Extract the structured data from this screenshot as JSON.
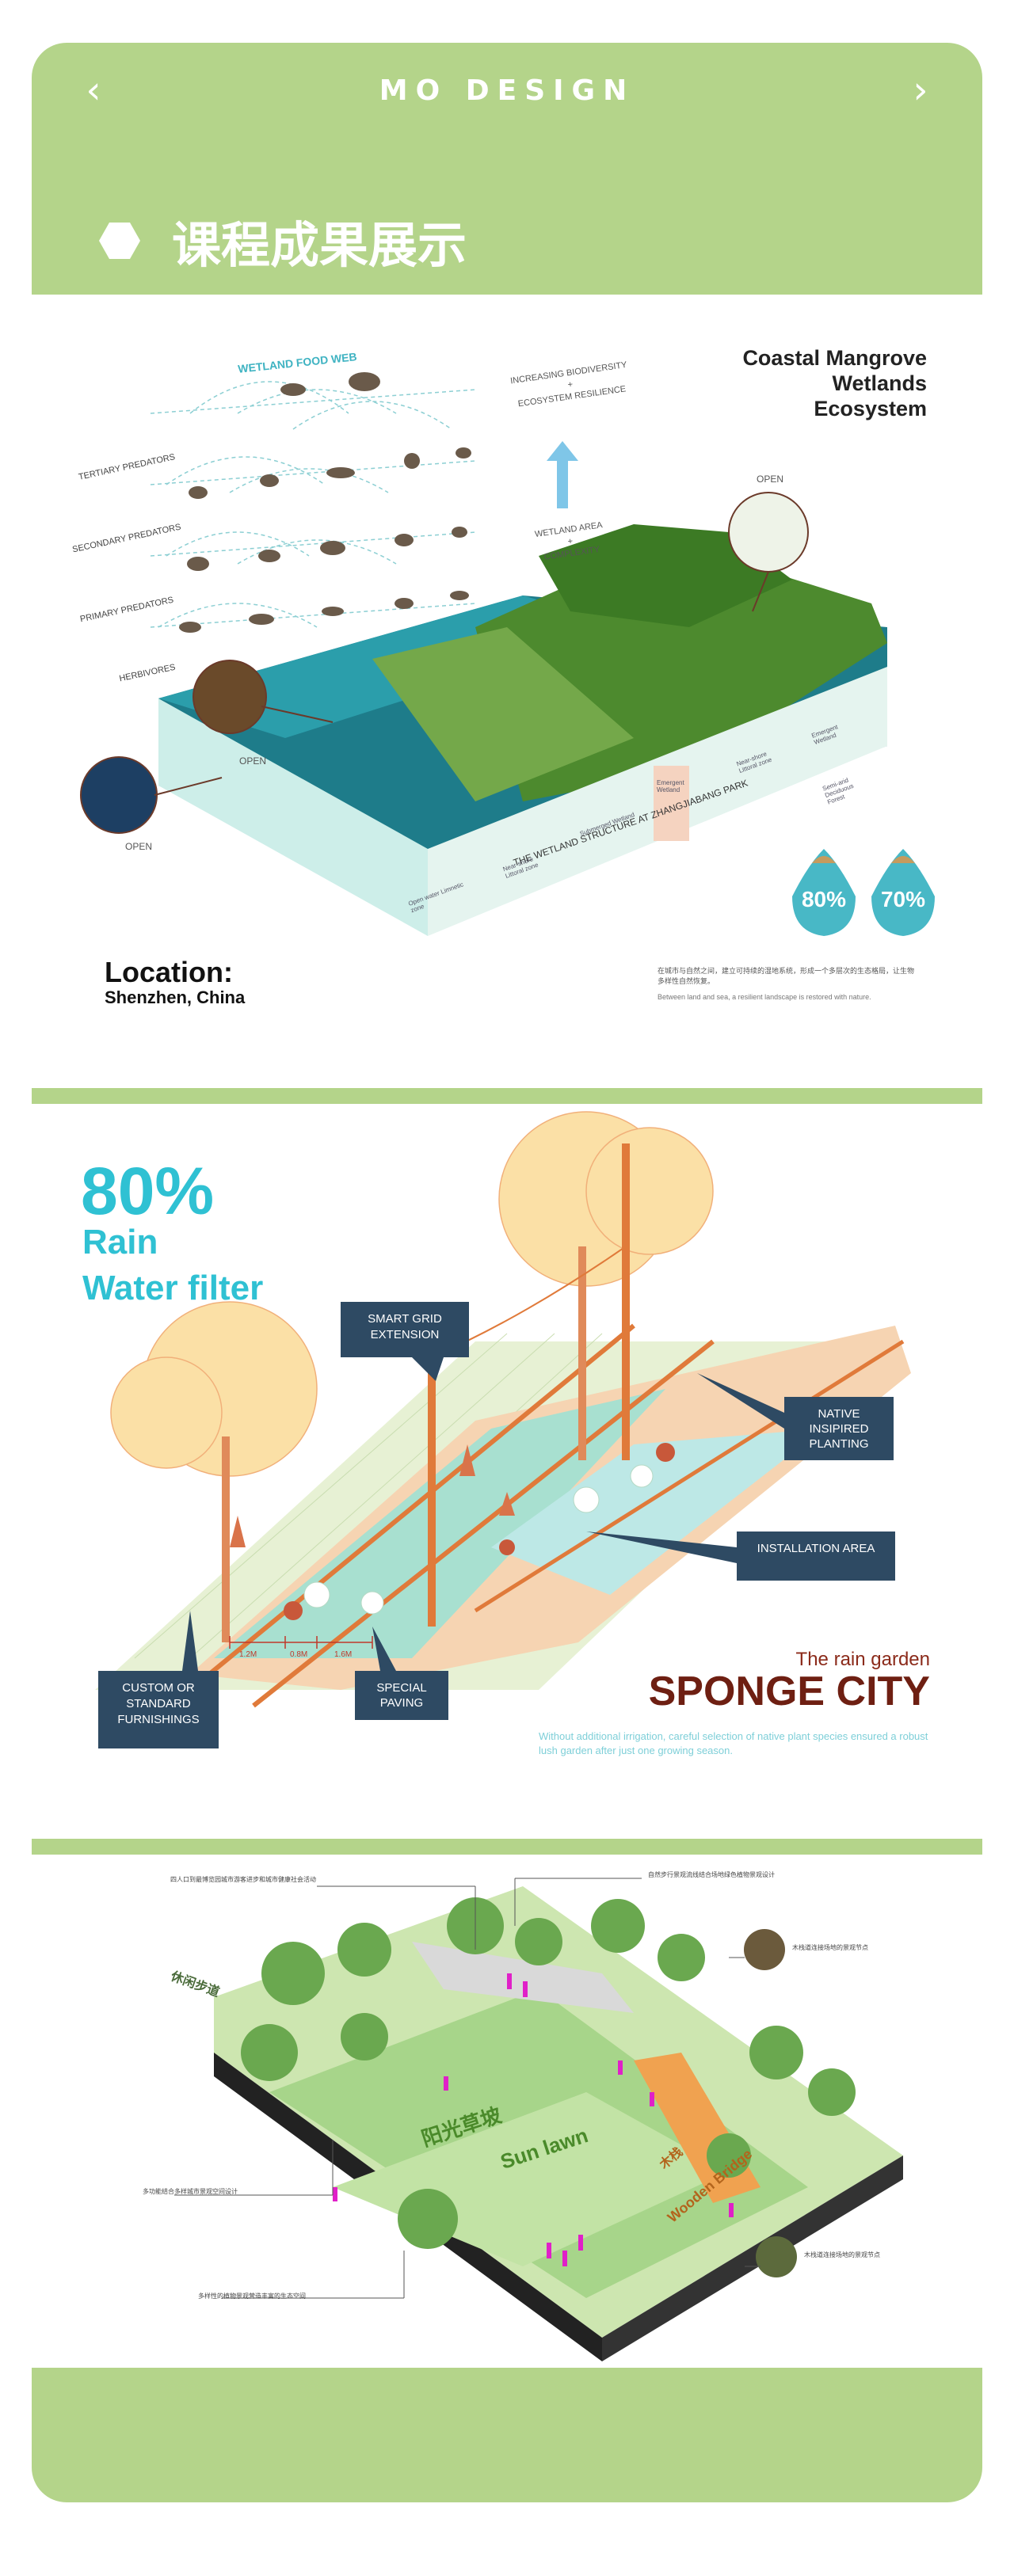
{
  "header": {
    "brand": "MO DESIGN",
    "prev_icon": "chevron-left-icon",
    "next_icon": "chevron-right-icon",
    "prev_glyph": "‹",
    "next_glyph": "›"
  },
  "section": {
    "icon": "hexagon-icon",
    "title": "课程成果展示"
  },
  "panel1": {
    "title_line1": "Coastal Mangrove",
    "title_line2": "Wetlands",
    "title_line3": "Ecosystem",
    "food_web_label": "WETLAND FOOD WEB",
    "levels": [
      "TERTIARY PREDATORS",
      "SECONDARY PREDATORS",
      "PRIMARY PREDATORS",
      "HERBIVORES"
    ],
    "biodiversity_line1": "INCREASING BIODIVERSITY",
    "biodiversity_line2": "+",
    "biodiversity_line3": "ECOSYSTEM RESILIENCE",
    "wetland_line1": "WETLAND AREA",
    "wetland_line2": "+",
    "wetland_line3": "COMPLEXITY",
    "open_label": "OPEN",
    "structure_label": "THE WETLAND STRUCTURE AT ZHANGJIABANG PARK",
    "zones": [
      "Open water Limnetic zone",
      "Near-shore Littoral zone",
      "Submerged Wetland",
      "Emergent Wetland",
      "Near-shore Littoral zone",
      "Emergent Wetland",
      "Semi-arid Deciduous Forest"
    ],
    "stat1": "80%",
    "stat2": "70%",
    "location_label": "Location:",
    "location_value": "Shenzhen, China",
    "desc_cn": "在城市与自然之间，建立可持续的湿地系统，形成一个多层次的生态格局，让生物多样性自然恢复。",
    "desc_en": "Between land and sea, a resilient landscape is restored with nature."
  },
  "panel2": {
    "big_stat": "80%",
    "line1": "Rain",
    "line2": "Water filter",
    "callouts": [
      "SMART GRID EXTENSION",
      "NATIVE INSIPIRED PLANTING",
      "INSTALLATION AREA",
      "CUSTOM OR STANDARD FURNISHINGS",
      "SPECIAL PAVING"
    ],
    "dims": [
      "1.2M",
      "0.8M",
      "1.6M"
    ],
    "sub_title": "The rain garden",
    "main_title": "SPONGE CITY",
    "desc": "Without additional irrigation, careful selection of native plant species ensured a robust lush garden after just one growing season."
  },
  "panel3": {
    "label_cn_lawn": "阳光草坡",
    "label_en_lawn": "Sun lawn",
    "label_cn_wood": "木栈",
    "label_en_wood": "Wooden Bridge",
    "label_cn_3": "休闲步道",
    "notes": [
      "四人口到最博览园城市游客进步和城市健康社会活动",
      "自然步行景观流线结合场地绿色植物景观设计",
      "木栈道连接场地的景观节点",
      "多功能结合多样城市景观空间设计",
      "木栈道连接场地的景观节点",
      "多样性的植物景观营造丰富的生态空间"
    ]
  }
}
